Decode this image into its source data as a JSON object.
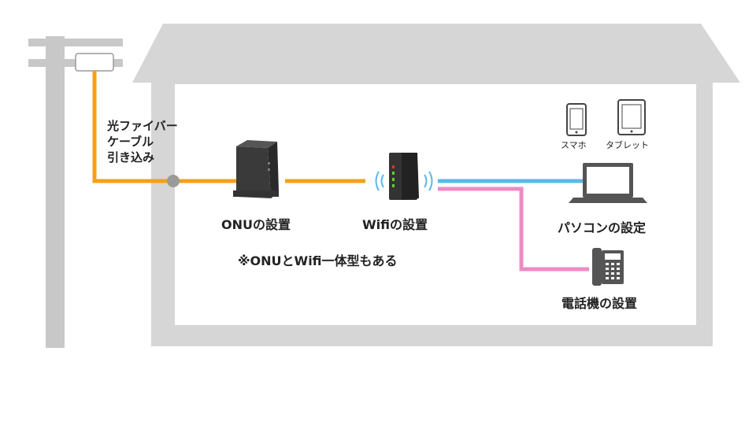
{
  "colors": {
    "house": "#d6d6d6",
    "interior": "#ffffff",
    "pole": "#c8c8c8",
    "fiber_line": "#f4a01d",
    "lan_line": "#5bb8ea",
    "phone_line": "#ef8ac4",
    "device": "#3a3a3a",
    "label_text": "#222222"
  },
  "labels": {
    "fiber_line1": "光ファイバー",
    "fiber_line2": "ケーブル",
    "fiber_line3": "引き込み",
    "onu": "ONUの設置",
    "wifi": "Wifiの設置",
    "note": "※ONUとWifi一体型もある",
    "smartphone": "スマホ",
    "tablet": "タブレット",
    "pc": "パソコンの設定",
    "phone": "電話機の設置"
  },
  "icons": [
    "utility-pole-icon",
    "onu-device-icon",
    "wifi-router-icon",
    "smartphone-icon",
    "tablet-icon",
    "laptop-icon",
    "telephone-icon"
  ]
}
